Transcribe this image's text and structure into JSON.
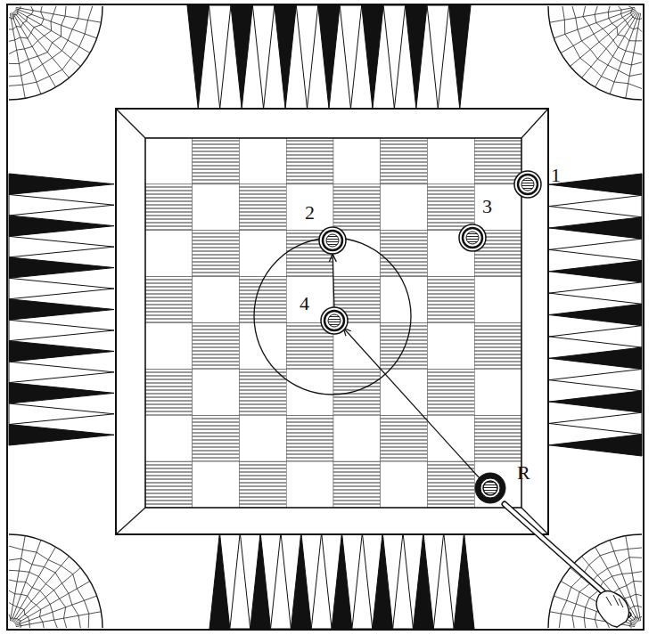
{
  "diagram": {
    "labels": [
      "1",
      "2",
      "3",
      "4",
      "R"
    ]
  }
}
